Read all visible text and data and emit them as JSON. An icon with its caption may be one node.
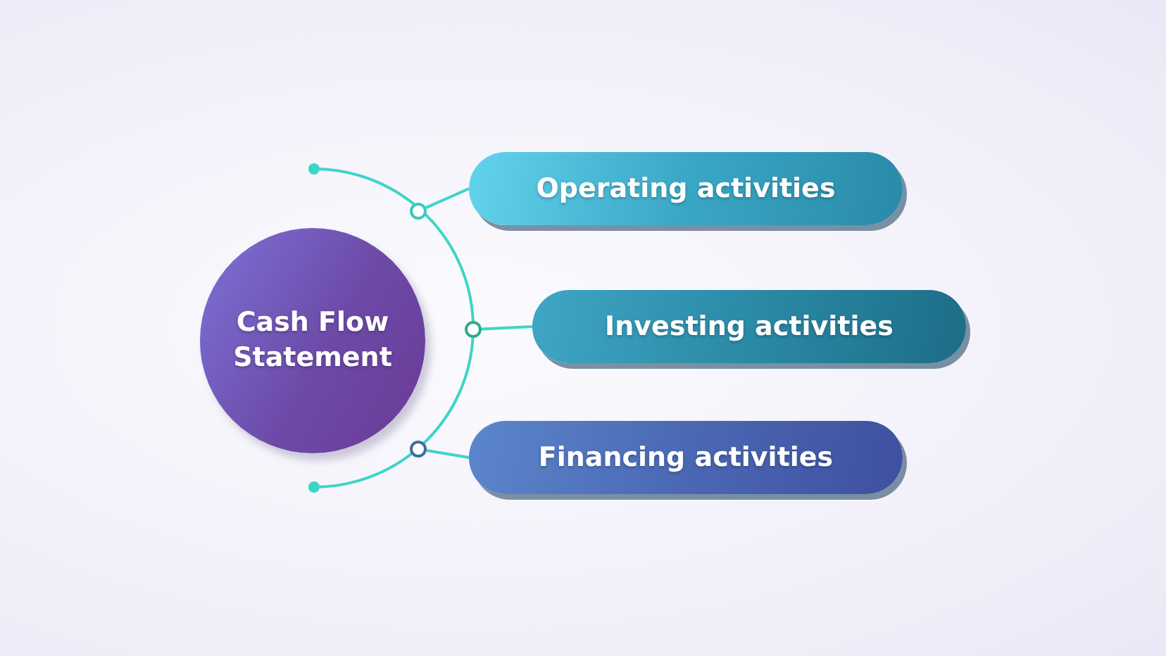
{
  "diagram": {
    "nodes": [
      {
        "text": [
          "Cash Flow Statement"
        ]
      },
      {
        "text": [
          "Operating activities"
        ]
      },
      {
        "text": [
          "Investing activities"
        ]
      },
      {
        "text": [
          "Financing activities"
        ]
      },
      {
        "text": [],
        "shape": "circle"
      },
      {
        "text": [],
        "shape": "circle"
      },
      {
        "text": [],
        "shape": "circle"
      }
    ],
    "edges": [
      {
        "from": 4,
        "to": 1,
        "arrow": "none"
      },
      {
        "from": 5,
        "to": 2,
        "arrow": "none"
      },
      {
        "from": 6,
        "to": 3,
        "arrow": "none"
      }
    ]
  }
}
